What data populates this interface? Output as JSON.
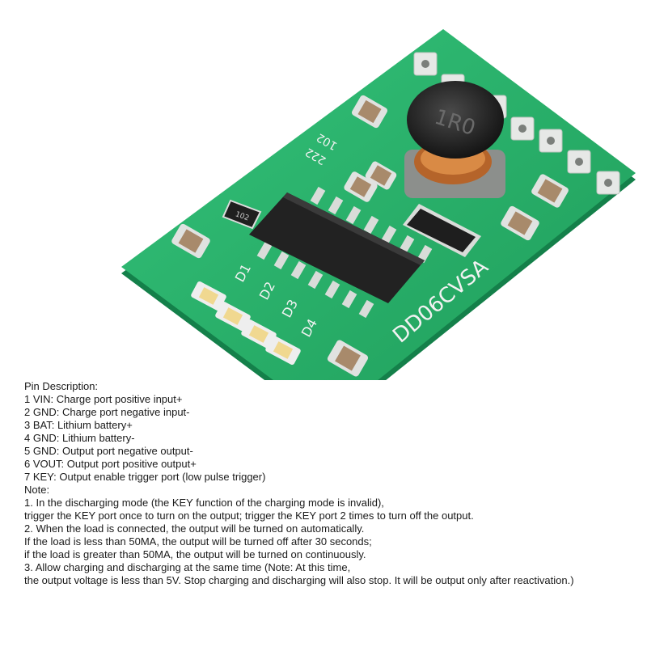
{
  "board": {
    "silkscreen_model": "DD06CVSA",
    "inductor_marking": "1R0",
    "resistor_marking": "102",
    "silk_102": "102",
    "silk_222": "222",
    "led_labels": [
      "D1",
      "D2",
      "D3",
      "D4"
    ],
    "colors": {
      "pcb": "#27b36a",
      "pcb_dark": "#1c8f52",
      "pad": "#e8eae8",
      "ic": "#232323"
    }
  },
  "description": {
    "heading": "Pin Description:",
    "pins": [
      "1 VIN: Charge port positive input+",
      "2 GND: Charge port negative input-",
      "3 BAT: Lithium battery+",
      "4 GND: Lithium battery-",
      "5 GND: Output port negative output-",
      "6 VOUT: Output port positive output+",
      "7 KEY: Output enable trigger port (low pulse trigger)"
    ],
    "note_heading": "Note:",
    "notes": [
      "1. In the discharging mode (the KEY function of the charging mode is invalid),",
      "trigger the KEY port once to turn on the output; trigger the KEY port 2 times to turn off the output.",
      "2. When the load is connected, the output will be turned on automatically.",
      "If the load is less than 50MA, the output will be turned off after 30 seconds;",
      "if the load is greater than 50MA, the output will be turned on continuously.",
      "3. Allow charging and discharging at the same time (Note: At this time,",
      "the output voltage is less than 5V. Stop charging and discharging will also stop. It will be output only after reactivation.)"
    ]
  }
}
